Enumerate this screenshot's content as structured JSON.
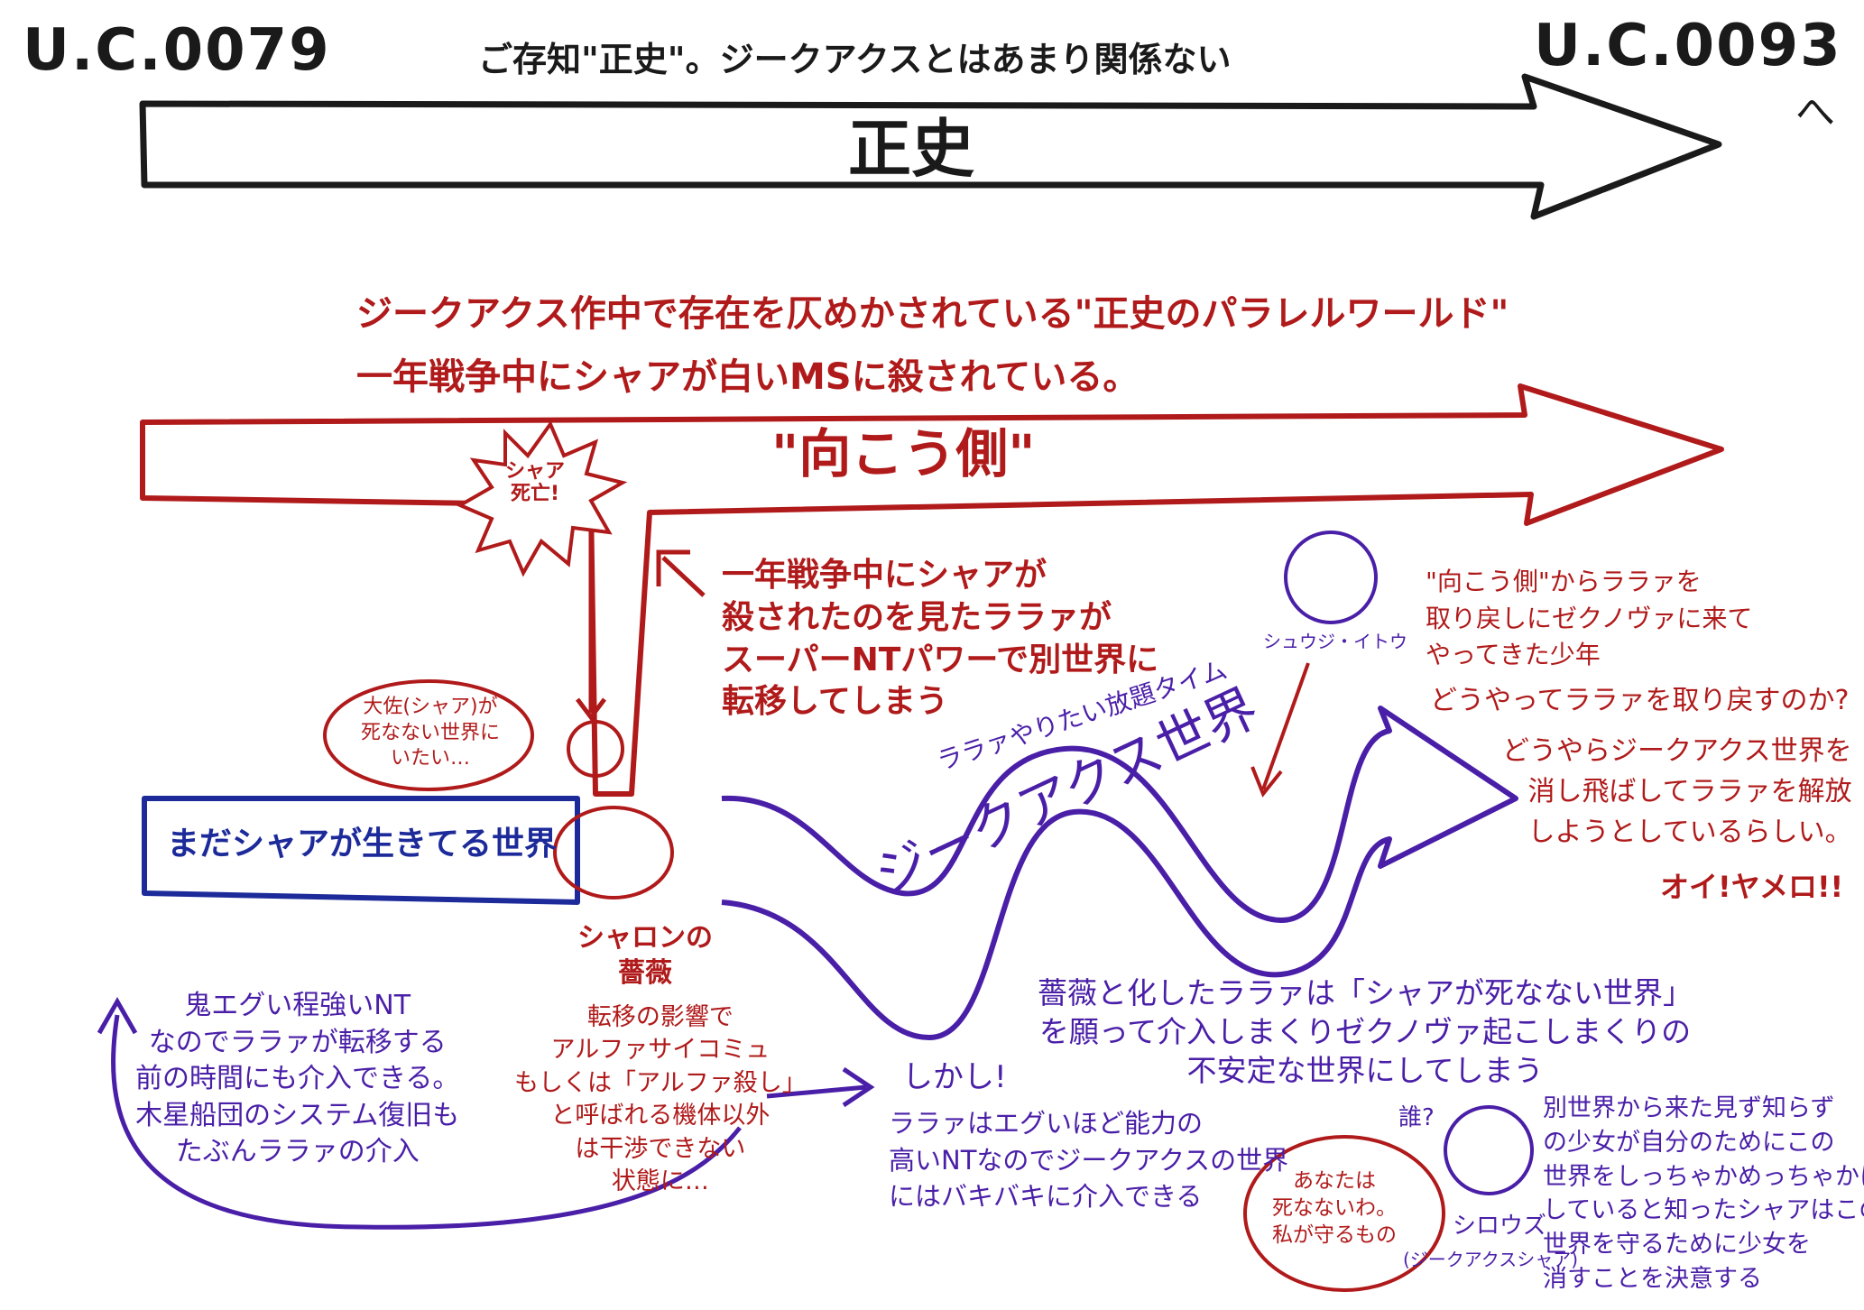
{
  "header": {
    "uc_start": "U.C.0079",
    "uc_end": "U.C.0093",
    "uc_end_suffix": "へ",
    "subtitle": "ご存知\"正史\"。ジークアクスとはあまり関係ない",
    "main_arrow_label": "正史"
  },
  "parallel": {
    "title_line1": "ジークアクス作中で存在を仄めかされている\"正史のパラレルワールド\"",
    "title_line2": "一年戦争中にシャアが白いMSに殺されている。",
    "arrow_label": "\"向こう側\"",
    "burst_label": "シャア\n死亡!"
  },
  "branch_note": "一年戦争中にシャアが\n殺されたのを見たララァが\nスーパーNTパワーで別世界に\n転移してしまう",
  "bubble_left": "大佐(シャア)が\n死なない世界に\nいたい…",
  "blue_world_label": "まだシャアが生きてる世界",
  "gquuuuuux_label": "ジークアクス世界",
  "lalah_time_label": "ララァやりたい放題タイム",
  "shuji": {
    "name": "シュウジ・イトウ",
    "note": "\"向こう側\"からララァを\n取り戻しにゼクノヴァに来て\nやってきた少年",
    "question": "どうやってララァを取り戻すのか?",
    "plan": "どうやらジークアクス世界を\n消し飛ばしてララァを解放\nしようとしているらしい。",
    "shout": "オイ!ヤメロ!!"
  },
  "sharon_rose": "シャロンの\n薔薇",
  "transfer_effect": "転移の影響で\nアルファサイコミュ\nもしくは「アルファ殺し」\nと呼ばれる機体以外\nは干渉できない\n状態に…",
  "left_note": "鬼エグい程強いNT\nなのでララァが転移する\n前の時間にも介入できる。\n木星船団のシステム復旧も\nたぶんララァの介入",
  "rose_lalah_note": "薔薇と化したララァは「シャアが死なない世界」\nを願って介入しまくりゼクノヴァ起こしまくりの\n不安定な世界にしてしまう",
  "however": {
    "head": "しかし!",
    "body": "ララァはエグいほど能力の\n高いNTなのでジークアクスの世界\nにはバキバキに介入できる"
  },
  "bubble_bottom": "あなたは\n死なないわ。\n私が守るもの",
  "who_label": "誰?",
  "shiroozu": {
    "name": "シロウズ",
    "sub": "(ジークアクスシャア)",
    "note": "別世界から来た見ず知らず\nの少女が自分のためにこの\n世界をしっちゃかめっちゃかに\nしていると知ったシャアはこの\n世界を守るために少女を\n消すことを決意する"
  },
  "colors": {
    "black": "#1a1a1a",
    "red": "#b01a1a",
    "purple": "#4a1fa8",
    "blue": "#1c2a9a"
  }
}
